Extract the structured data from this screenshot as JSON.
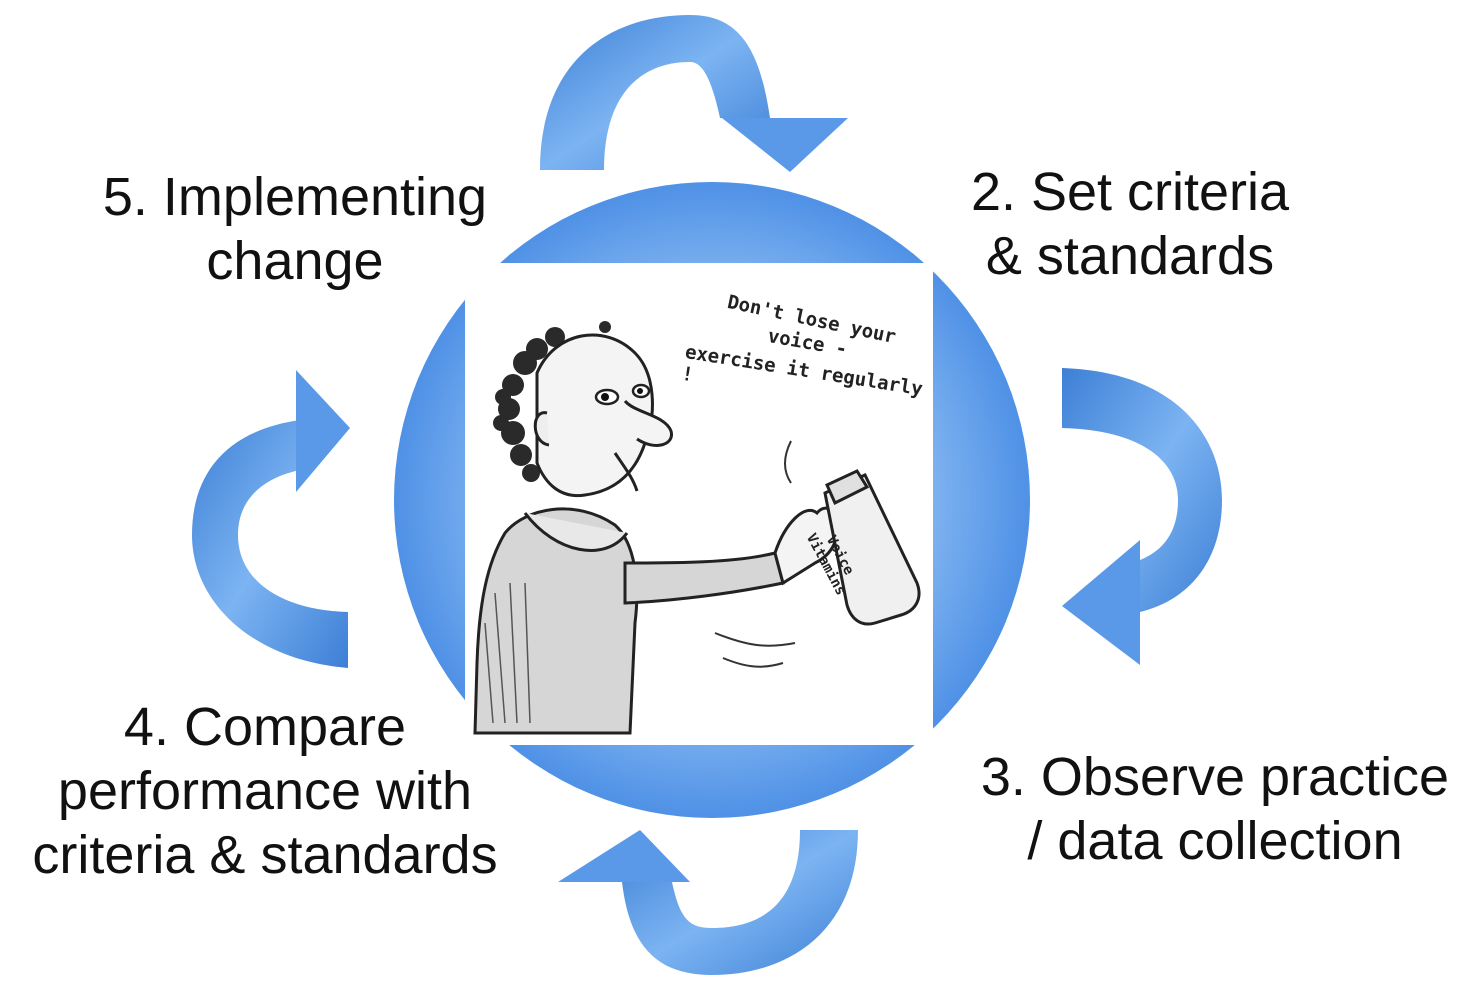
{
  "colors": {
    "arrow_light": "#73aef0",
    "arrow_dark": "#3d7fd6",
    "circle_center": "#a8ccf7",
    "circle_edge": "#4f91e6",
    "text": "#111111"
  },
  "steps": {
    "step5": {
      "line1": "5. Implementing",
      "line2": "change"
    },
    "step2": {
      "line1": "2. Set criteria",
      "line2": "& standards"
    },
    "step3": {
      "line1": "3. Observe practice",
      "line2": "/ data collection"
    },
    "step4": {
      "line1": "4. Compare",
      "line2": "performance with",
      "line3": "criteria & standards"
    }
  },
  "cartoon": {
    "speech": {
      "line1": "Don't lose your",
      "line2": "voice -",
      "line3": "exercise it regularly !"
    },
    "bottle": {
      "line1": "Voice",
      "line2": "Vitamins"
    }
  },
  "icons": [
    "cycle-arrow-icon",
    "man-cartoon-illustration",
    "vitamin-bottle-icon"
  ]
}
